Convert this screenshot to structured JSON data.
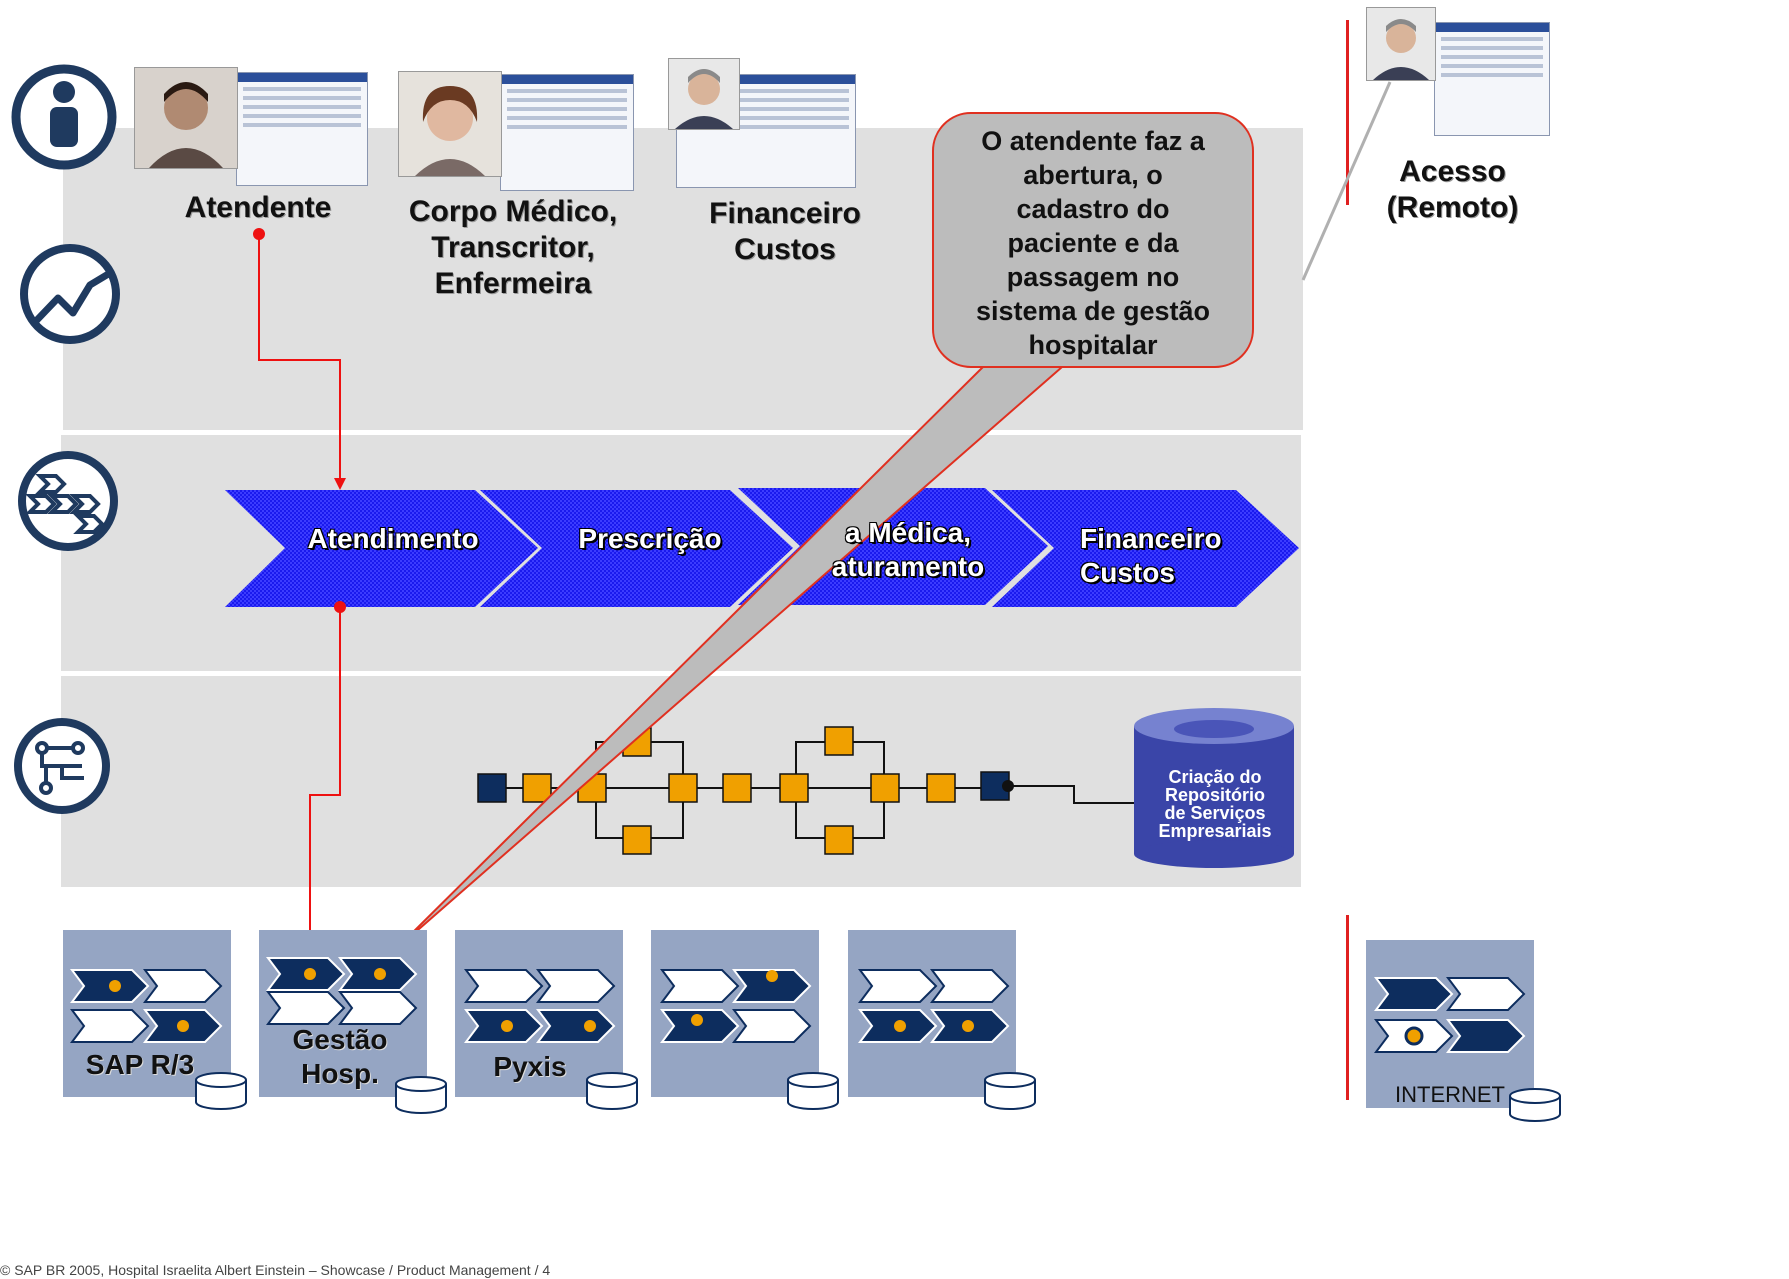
{
  "roles": {
    "atendente": "Atendente",
    "corpo_medico": [
      "Corpo Médico,",
      "Transcritor,",
      "Enfermeira"
    ],
    "financeiro": [
      "Financeiro",
      "Custos"
    ],
    "acesso": [
      "Acesso",
      "(Remoto)"
    ]
  },
  "callout": [
    "O atendente faz a",
    "abertura, o",
    "cadastro do",
    "paciente e da",
    "passagem no",
    "sistema de gestão",
    "hospitalar"
  ],
  "process_steps": [
    [
      "Atendimento"
    ],
    [
      "Prescrição"
    ],
    [
      "a Médica,",
      "aturamento"
    ],
    [
      "Financeiro",
      "Custos"
    ]
  ],
  "repository": [
    "Criação do",
    "Repositório",
    "de Serviços",
    "Empresariais"
  ],
  "systems": {
    "sap": "SAP R/3",
    "gestao": [
      "Gestão",
      "Hosp."
    ],
    "pyxis": "Pyxis",
    "internet": "INTERNET"
  },
  "footer": "©  SAP BR 2005, Hospital Israelita Albert Einstein – Showcase / Product Management / 4",
  "colors": {
    "process_blue": "#1a1aee",
    "node_orange": "#f0a000",
    "node_navy": "#0d2d5e",
    "connector_red": "#ee1111",
    "band_gray": "#e0e0e0",
    "system_box": "#95a5c3"
  },
  "icons": [
    "person-icon",
    "trend-chart-icon",
    "process-arrows-icon",
    "network-icon",
    "database-icon"
  ]
}
